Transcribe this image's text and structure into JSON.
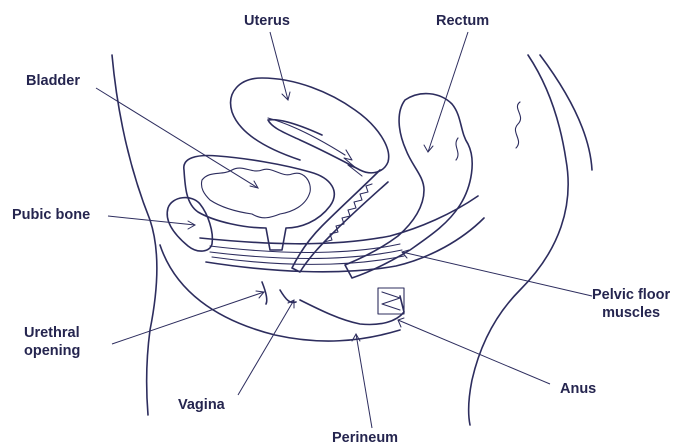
{
  "labels": {
    "uterus": "Uterus",
    "rectum": "Rectum",
    "bladder": "Bladder",
    "pubic_bone": "Pubic bone",
    "urethral_opening_line1": "Urethral",
    "urethral_opening_line2": "opening",
    "vagina": "Vagina",
    "perineum": "Perineum",
    "anus": "Anus",
    "pelvic_floor_line1": "Pelvic floor",
    "pelvic_floor_line2": "muscles"
  },
  "colors": {
    "line": "#2d2d5e",
    "text": "#25254f",
    "background": "#ffffff"
  }
}
